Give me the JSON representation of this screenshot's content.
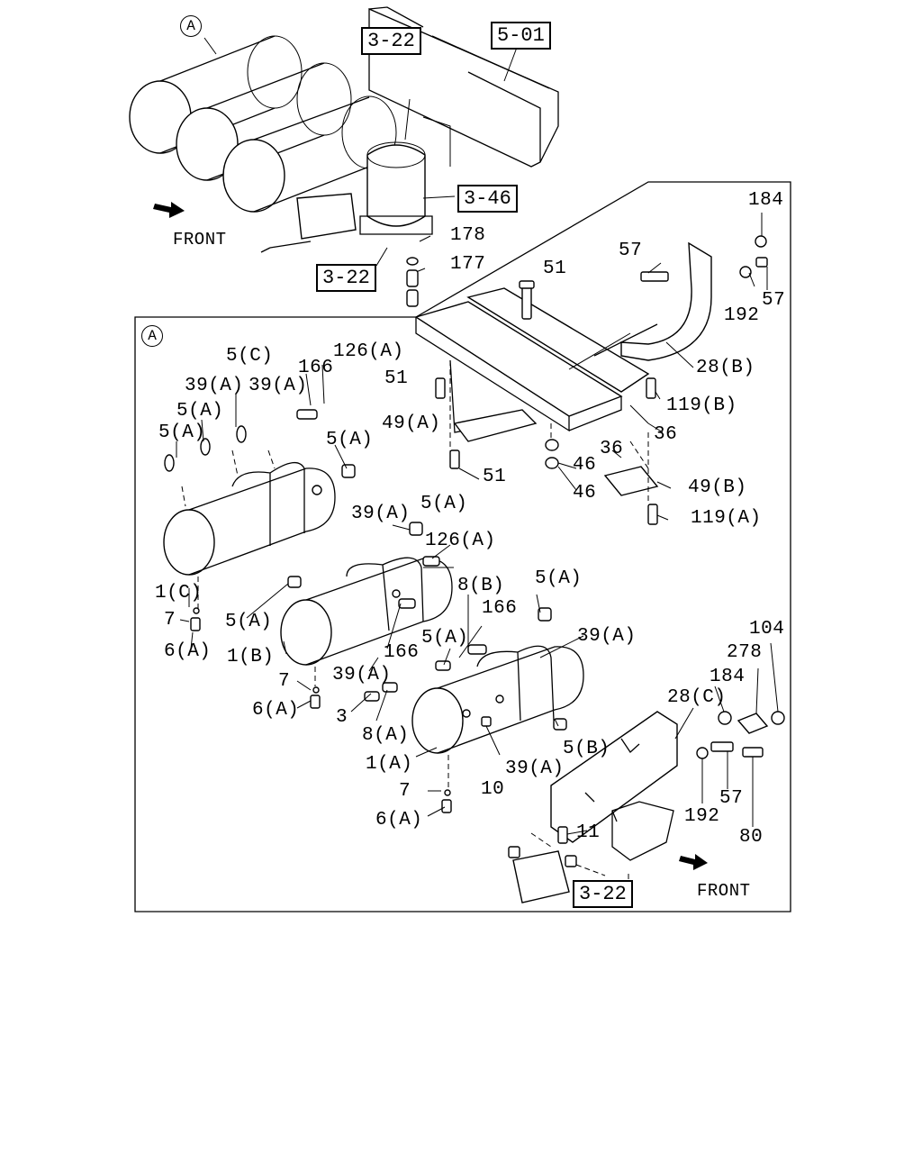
{
  "refs": {
    "r522": "5-01",
    "r322a": "3-22",
    "r346": "3-46",
    "r322b": "3-22",
    "r322c": "3-22"
  },
  "callout": {
    "top": "A",
    "detail": "A"
  },
  "front": {
    "top": "FRONT",
    "bottom": "FRONT"
  },
  "parts": {
    "p178": "178",
    "p177": "177",
    "p184a": "184",
    "p57a": "57",
    "p57b": "57",
    "p51a": "51",
    "p192a": "192",
    "p28b": "28(B)",
    "p51b": "51",
    "p119b": "119(B)",
    "p36a": "36",
    "p36b": "36",
    "p49a": "49(A)",
    "p46a": "46",
    "p46b": "46",
    "p51c": "51",
    "p49b": "49(B)",
    "p119a": "119(A)",
    "p5c": "5(C)",
    "p126a": "126(A)",
    "p166a": "166",
    "p39a1": "39(A)",
    "p39a2": "39(A)",
    "p5a1": "5(A)",
    "p5a2": "5(A)",
    "p5a3": "5(A)",
    "p1c": "1(C)",
    "p7a": "7",
    "p6a1": "6(A)",
    "p39a3": "39(A)",
    "p5a4": "5(A)",
    "p126a2": "126(A)",
    "p8b": "8(B)",
    "p5a5": "5(A)",
    "p166b": "166",
    "p5a6": "5(A)",
    "p1b": "1(B)",
    "p166c": "166",
    "p5a7": "5(A)",
    "p39a4": "39(A)",
    "p39a5": "39(A)",
    "p7b": "7",
    "p6a2": "6(A)",
    "p3": "3",
    "p8a": "8(A)",
    "p1a": "1(A)",
    "p10": "10",
    "p39a6": "39(A)",
    "p5b": "5(B)",
    "p7c": "7",
    "p6a3": "6(A)",
    "p104": "104",
    "p278": "278",
    "p184b": "184",
    "p28c": "28(C)",
    "p57c": "57",
    "p192b": "192",
    "p80": "80",
    "p11": "11"
  }
}
